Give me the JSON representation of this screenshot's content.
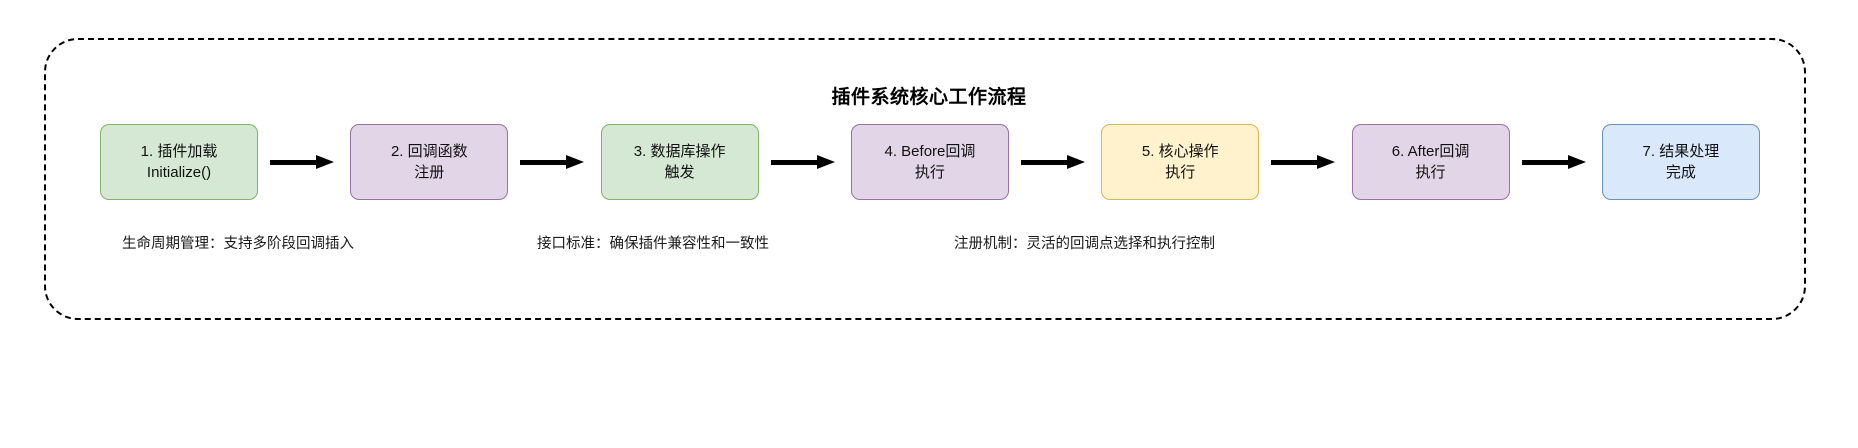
{
  "diagram": {
    "title": "插件系统核心工作流程",
    "frame": {
      "style": "dashed-rounded-rectangle",
      "color": "#000000"
    },
    "nodes": [
      {
        "id": "node-1",
        "line1": "1. 插件加载",
        "line2": "Initialize()",
        "color_name": "green",
        "fill": "#d5e8d4",
        "stroke": "#82b366"
      },
      {
        "id": "node-2",
        "line1": "2. 回调函数",
        "line2": "注册",
        "color_name": "purple",
        "fill": "#e1d5e7",
        "stroke": "#9673a6"
      },
      {
        "id": "node-3",
        "line1": "3. 数据库操作",
        "line2": "触发",
        "color_name": "green",
        "fill": "#d5e8d4",
        "stroke": "#82b366"
      },
      {
        "id": "node-4",
        "line1": "4. Before回调",
        "line2": "执行",
        "color_name": "purple",
        "fill": "#e1d5e7",
        "stroke": "#9673a6"
      },
      {
        "id": "node-5",
        "line1": "5. 核心操作",
        "line2": "执行",
        "color_name": "yellow",
        "fill": "#fff2cc",
        "stroke": "#d6b656"
      },
      {
        "id": "node-6",
        "line1": "6. After回调",
        "line2": "执行",
        "color_name": "purple",
        "fill": "#e1d5e7",
        "stroke": "#9673a6"
      },
      {
        "id": "node-7",
        "line1": "7. 结果处理",
        "line2": "完成",
        "color_name": "blue",
        "fill": "#dae8fc",
        "stroke": "#6c8ebf"
      }
    ],
    "captions": [
      "生命周期管理：支持多阶段回调插入",
      "接口标准：确保插件兼容性和一致性",
      "注册机制：灵活的回调点选择和执行控制"
    ]
  }
}
